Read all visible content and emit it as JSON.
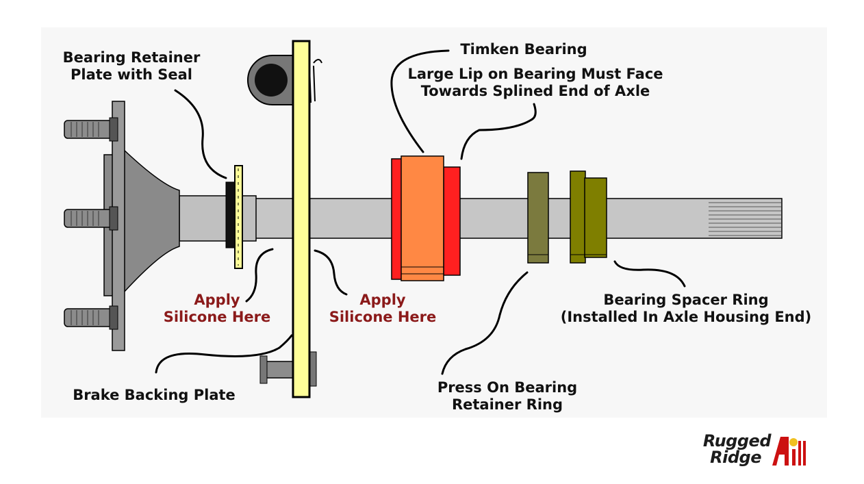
{
  "labels": {
    "bearing_retainer_plate": [
      "Bearing Retainer",
      "Plate with Seal"
    ],
    "timken_bearing": "Timken Bearing",
    "lip_note": [
      "Large Lip on Bearing Must Face",
      "Towards Splined End of Axle"
    ],
    "apply_silicone_left": [
      "Apply",
      "Silicone Here"
    ],
    "apply_silicone_right": [
      "Apply",
      "Silicone Here"
    ],
    "bearing_spacer_ring": [
      "Bearing Spacer Ring",
      "(Installed In Axle Housing End)"
    ],
    "brake_backing_plate": "Brake Backing Plate",
    "press_on_retainer_ring": [
      "Press On Bearing",
      "Retainer Ring"
    ]
  },
  "brand": {
    "name_lines": [
      "Rugged",
      "Ridge"
    ]
  },
  "colors": {
    "shaft": "#c6c6c6",
    "hub": "#8a8a8a",
    "hub_dark": "#6a6a6a",
    "plate": "#ffff99",
    "outline": "#000000",
    "bearing_orange": "#ff8844",
    "bearing_red": "#ff2020",
    "spacer_olive": "#7b7a3e",
    "ring_olive": "#7f7f00",
    "label_red": "#8b1a1a",
    "backdrop": "#f7f7f7"
  }
}
